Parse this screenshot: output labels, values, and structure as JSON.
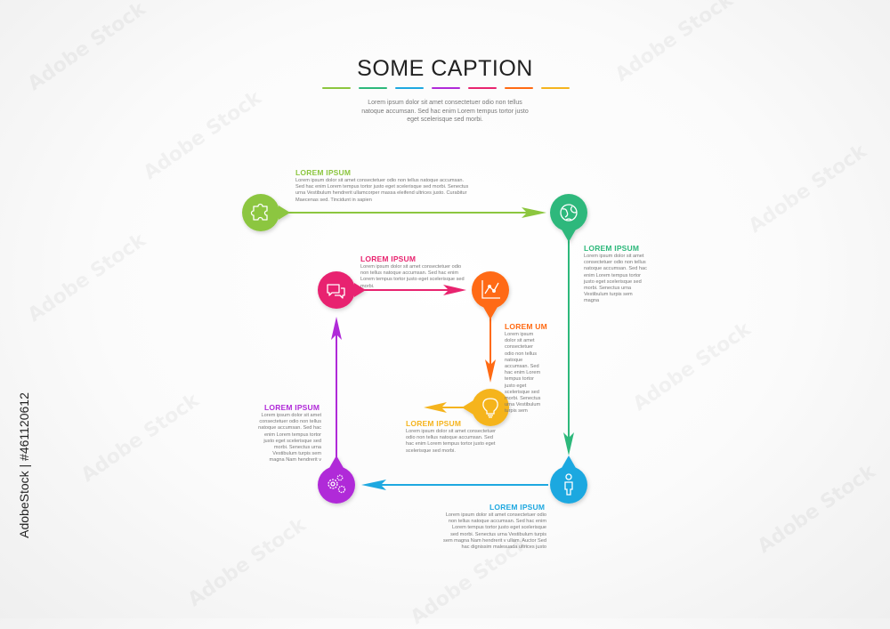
{
  "header": {
    "title": "SOME CAPTION",
    "intro": "Lorem ipsum dolor sit amet consectetuer odio non tellus natoque accumsan. Sed hac enim Lorem tempus tortor justo eget scelerisque sed morbi.",
    "line_colors": [
      "#8cc63f",
      "#2db87b",
      "#1ea8e0",
      "#b02ad8",
      "#e8246f",
      "#ff6a13",
      "#f5b41e"
    ]
  },
  "side_id": "AdobeStock | #461120612",
  "steps": [
    {
      "title": "LOREM IPSUM",
      "icon": "puzzle-icon",
      "color": "#8cc63f",
      "text": "Lorem ipsum dolor sit amet consectetuer odio non tellus natoque accumsan. Sed hac enim Lorem tempus tortor justo eget scelerisque sed morbi. Senectus urna Vestibulum hendrerit ullamcorper massa eleifend ultrices justo. Curabitur Maecenas sed. Tincidunt in sapien"
    },
    {
      "title": "LOREM IPSUM",
      "icon": "globe-icon",
      "color": "#2db87b",
      "text": "Lorem ipsum dolor sit amet consectetuer odio non tellus natoque accumsan. Sed hac enim Lorem tempus tortor justo eget scelerisque sed morbi. Senectus urna Vestibulum turpis sem magna"
    },
    {
      "title": "LOREM IPSUM",
      "icon": "user-icon",
      "color": "#1ea8e0",
      "text": "Lorem ipsum dolor sit amet consectetuer odio non tellus natoque accumsan. Sed hac enim Lorem tempus tortor justo eget scelerisque sed morbi. Senectus urna Vestibulum turpis sem magna Nam hendrerit v ullam. Auctor Sed hac dignissim malesuada ultrices justo"
    },
    {
      "title": "LOREM IPSUM",
      "icon": "gears-icon",
      "color": "#b02ad8",
      "text": "Lorem ipsum dolor sit amet consectetuer odio non tellus natoque accumsan. Sed hac enim Lorem tempus tortor justo eget scelerisque sed morbi. Senectus urna Vestibulum turpis sem magna Nam hendrerit v"
    },
    {
      "title": "LOREM IPSUM",
      "icon": "chat-icon",
      "color": "#e8246f",
      "text": "Lorem ipsum dolor sit amet consectetuer odio non tellus natoque accumsan. Sed hac enim Lorem tempus tortor justo eget scelerisque sed morbi."
    },
    {
      "title": "LOREM UM",
      "icon": "chart-icon",
      "color": "#ff6a13",
      "text": "Lorem ipsum dolor sit amet consectetuer odio non tellus natoque accumsan. Sed hac enim Lorem tempus tortor justo eget scelerisque sed morbi. Senectus urna Vestibulum turpis sem"
    },
    {
      "title": "LOREM IPSUM",
      "icon": "bulb-icon",
      "color": "#f5b41e",
      "text": "Lorem ipsum dolor sit amet consectetuer odio non tellus natoque accumsan. Sed hac enim Lorem tempus tortor justo eget scelerisque sed morbi."
    }
  ]
}
